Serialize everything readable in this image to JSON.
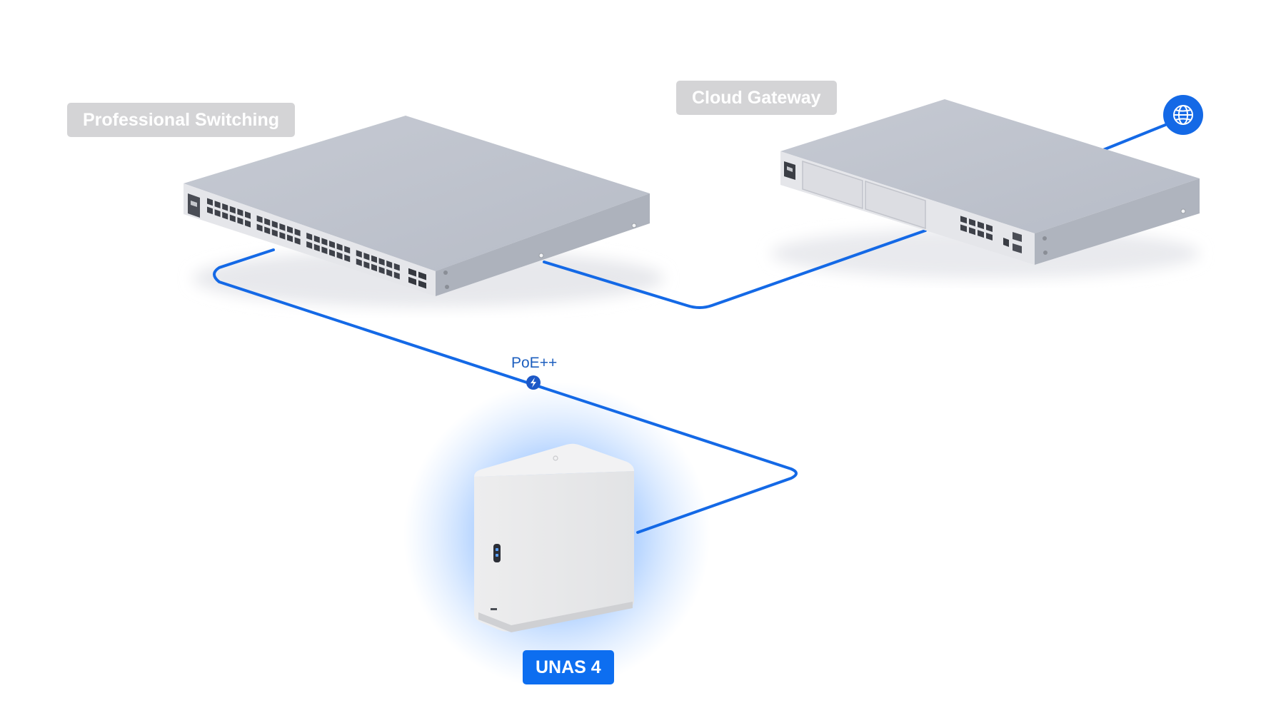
{
  "labels": {
    "switching": "Professional Switching",
    "gateway": "Cloud Gateway",
    "nas": "UNAS 4",
    "poe": "PoE++"
  },
  "icons": {
    "internet": "globe-icon",
    "power": "lightning-bolt-icon"
  },
  "colors": {
    "link": "#1469e6",
    "accent": "#0d6ef0",
    "tag_gray": "#d4d4d6",
    "device_gray": "#c5c9d2",
    "nas_white": "#eeeeee"
  }
}
